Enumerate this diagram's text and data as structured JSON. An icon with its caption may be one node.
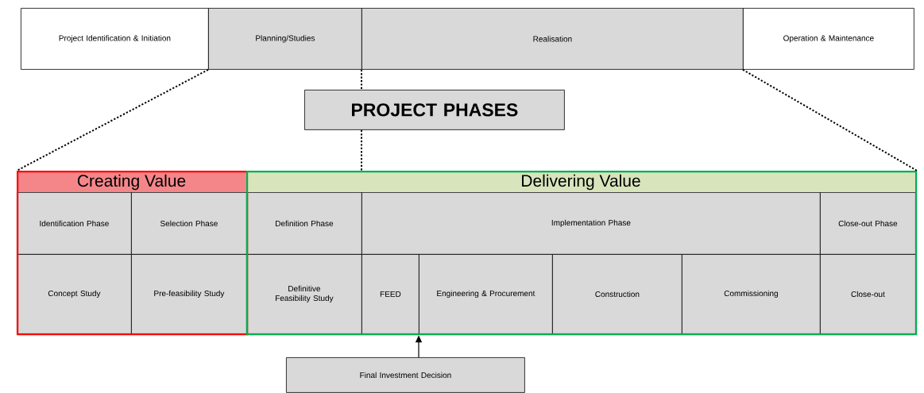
{
  "diagram": {
    "nodes": [
      {
        "text": [
          "Project Identification & Initiation"
        ]
      },
      {
        "text": [
          "Planning/Studies"
        ]
      },
      {
        "text": [
          "Realisation"
        ]
      },
      {
        "text": [
          "Operation & Maintenance"
        ]
      },
      {
        "text": [
          "PROJECT PHASES"
        ]
      },
      {
        "text": [
          "Creating Value"
        ]
      },
      {
        "text": [
          "Delivering Value"
        ]
      },
      {
        "text": [
          "Identification Phase"
        ],
        "in": 5
      },
      {
        "text": [
          "Selection Phase"
        ],
        "in": 5
      },
      {
        "text": [
          "Concept Study"
        ],
        "in": 5
      },
      {
        "text": [
          "Pre-feasibility Study"
        ],
        "in": 5
      },
      {
        "text": [
          "Definition Phase"
        ],
        "in": 6
      },
      {
        "text": [
          "Implementation Phase"
        ],
        "in": 6
      },
      {
        "text": [
          "Close-out Phase"
        ],
        "in": 6
      },
      {
        "text": [
          "Definitive Feasibility Study"
        ],
        "in": 6
      },
      {
        "text": [
          "FEED"
        ],
        "in": 6
      },
      {
        "text": [
          "Engineering & Procurement"
        ],
        "in": 6
      },
      {
        "text": [
          "Construction"
        ],
        "in": 6
      },
      {
        "text": [
          "Commissioning"
        ],
        "in": 6
      },
      {
        "text": [
          "Close-out"
        ],
        "in": 6
      },
      {
        "text": [
          "Final Investment Decision"
        ]
      }
    ],
    "edges": [
      {
        "from": 1,
        "to": 5,
        "arrow": "none",
        "style": "dashed"
      },
      {
        "from": 2,
        "to": 4,
        "arrow": "none",
        "style": "dashed"
      },
      {
        "from": 4,
        "to": 6,
        "arrow": "none",
        "style": "dashed"
      },
      {
        "from": 3,
        "to": 6,
        "arrow": "none",
        "style": "dashed"
      },
      {
        "from": 20,
        "to": 6,
        "arrow": "to"
      }
    ]
  }
}
